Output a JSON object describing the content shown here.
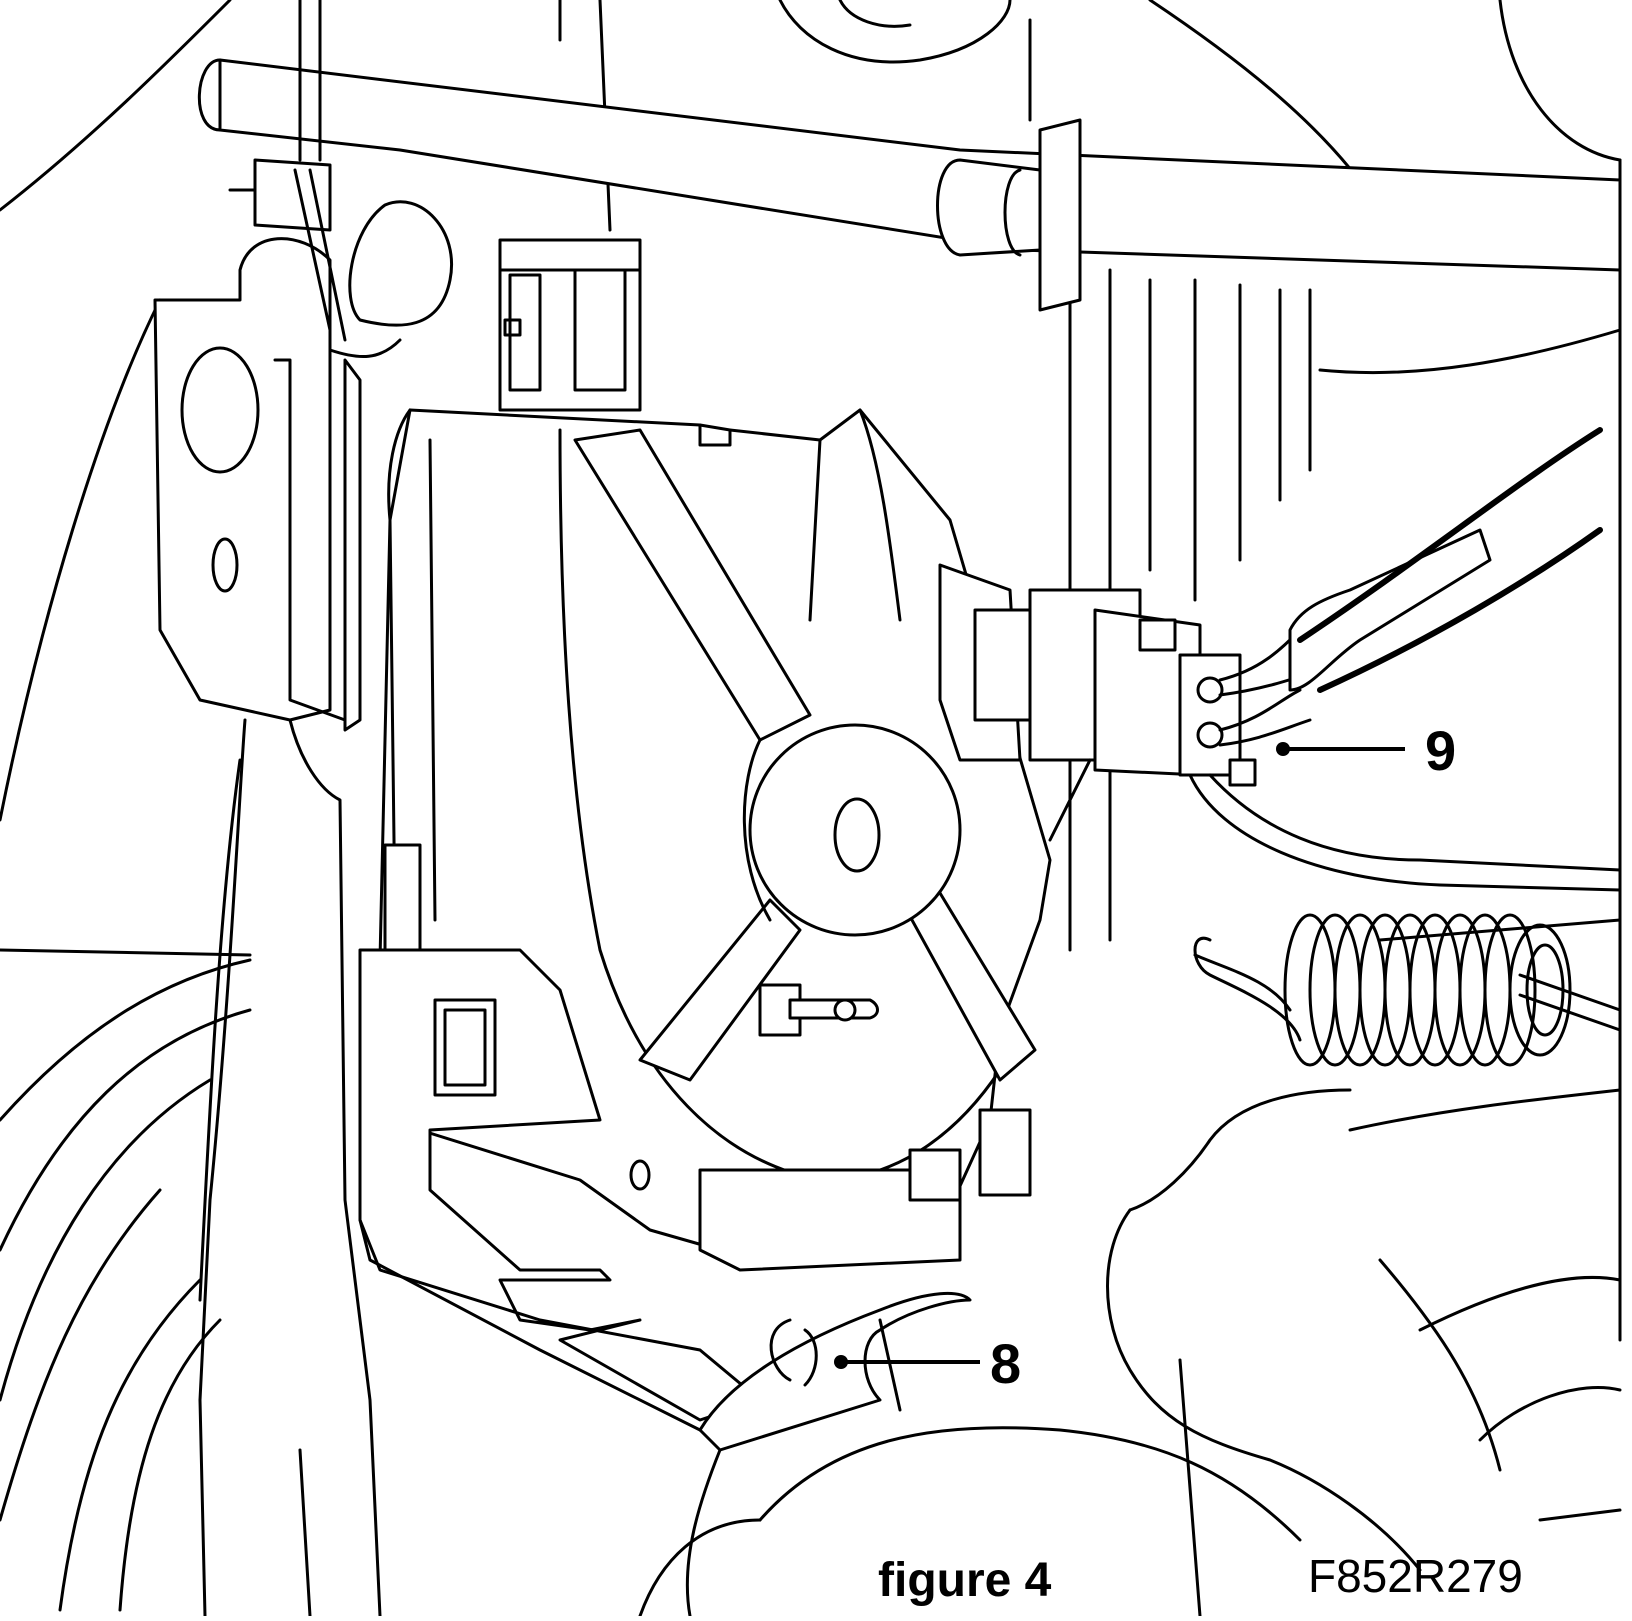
{
  "callouts": [
    {
      "id": "9",
      "label": "9"
    },
    {
      "id": "8",
      "label": "8"
    }
  ],
  "caption": "figure 4",
  "reference_code": "F852R279",
  "colors": {
    "line": "#000000",
    "background": "#ffffff"
  }
}
